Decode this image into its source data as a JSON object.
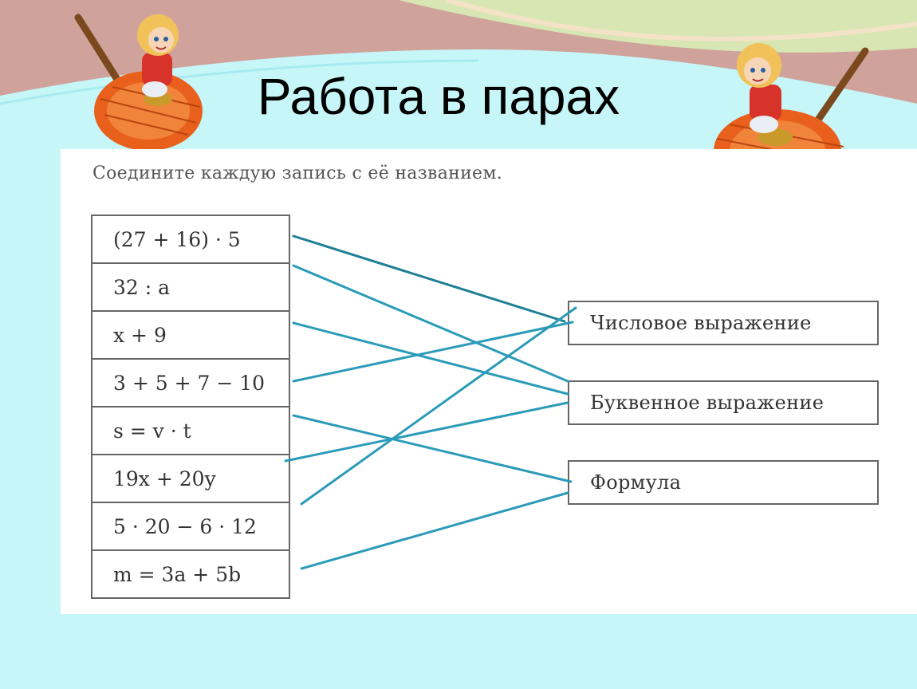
{
  "title": "Работа в парах",
  "instruction": "Соедините каждую запись с её названием.",
  "expressions": [
    "(27 + 16) · 5",
    "32 : a",
    "x + 9",
    "3 + 5 + 7 − 10",
    "s = v · t",
    "19x + 20y",
    "5 · 20 − 6 · 12",
    "m = 3a + 5b"
  ],
  "names": [
    "Числовое выражение",
    "Буквенное выражение",
    "Формула"
  ],
  "colors": {
    "background": "#c6f6f8",
    "connector": "#2a9bb8",
    "wave_pink": "#d69a94",
    "wave_green": "#cfe0a8"
  }
}
